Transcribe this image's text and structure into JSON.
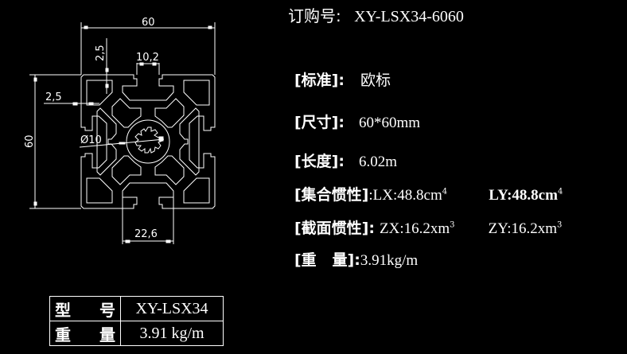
{
  "order": {
    "label": "订购号:",
    "value": "XY-LSX34-6060"
  },
  "specs": [
    {
      "label": "[标准]:",
      "value": "欧标"
    },
    {
      "label": "[尺寸]:",
      "value": "60*60mm"
    },
    {
      "label": "[长度]:",
      "value": "6.02m"
    },
    {
      "label": "[集合惯性]",
      "value_x": ":LX:48.8cm",
      "unit_x_sup": "4",
      "value_y": "LY:48.8cm",
      "unit_y_sup": "4"
    },
    {
      "label": "[截面惯性]:",
      "value_x": "ZX:16.2xm",
      "unit_x_sup": "3",
      "value_y": "ZY:16.2xm",
      "unit_y_sup": "3"
    },
    {
      "label": "[重   量]:",
      "value": "3.91kg/m"
    }
  ],
  "drawing": {
    "dimensions": {
      "overall_width": "60",
      "overall_height": "60",
      "top_wall": "2,5",
      "side_wall": "2,5",
      "slot_opening": "10,2",
      "center_bore": "Ø10",
      "bottom_slot_width": "22,6"
    },
    "line_color": "#ffffff",
    "background": "#000000"
  },
  "table": {
    "rows": [
      {
        "key_a": "型",
        "key_b": "号",
        "value": "XY-LSX34"
      },
      {
        "key_a": "重",
        "key_b": "量",
        "value": "3.91 kg/m"
      }
    ]
  }
}
